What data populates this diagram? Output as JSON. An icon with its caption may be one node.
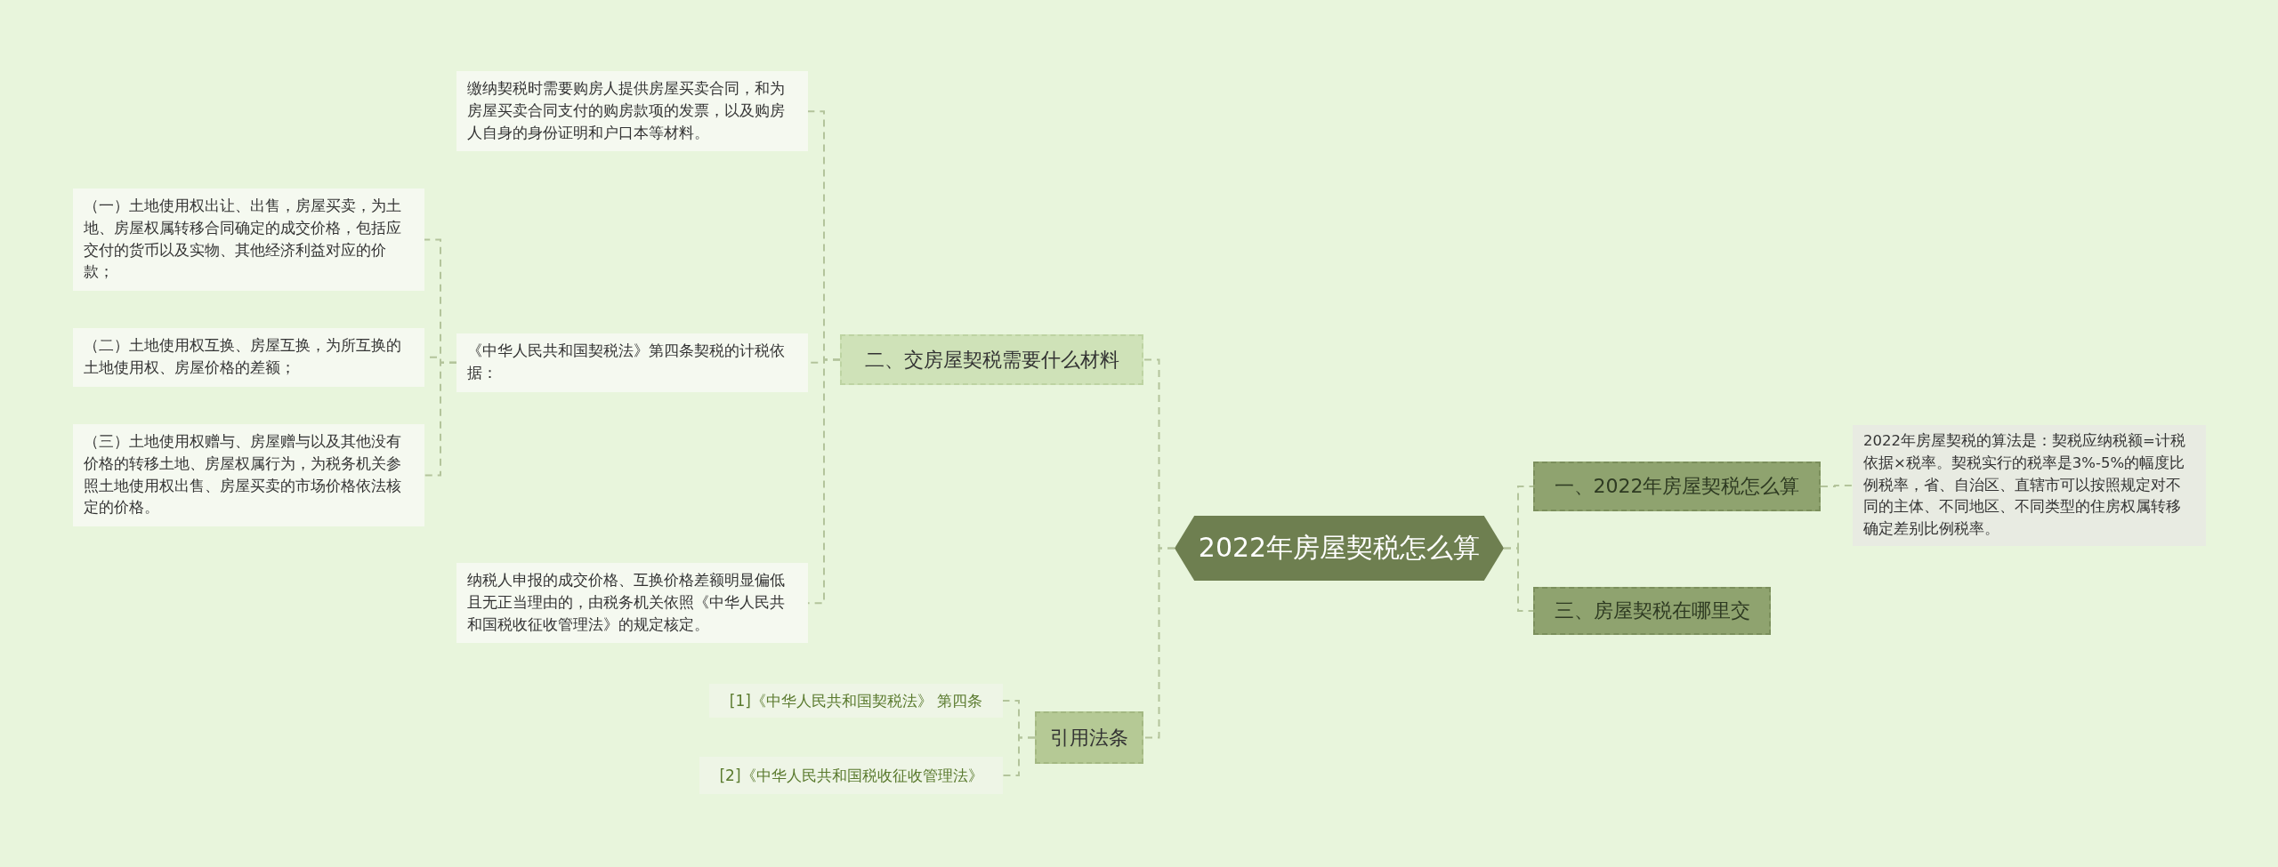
{
  "diagram": {
    "nodes": [
      {
        "text": [
          "2022年房屋契税怎么算"
        ]
      },
      {
        "text": [
          "一、2022年房屋契税怎么算"
        ]
      },
      {
        "text": [
          "2022年房屋契税的算法是：契税应纳税额=计税依据×税率。契税实行的税率是3%-5%的幅度比例税率，省、自治区、直辖市可以按照规定对不同的主体、不同地区、不同类型的住房权属转移确定差别比例税率。"
        ]
      },
      {
        "text": [
          "三、房屋契税在哪里交"
        ]
      },
      {
        "text": [
          "二、交房屋契税需要什么材料"
        ]
      },
      {
        "text": [
          "缴纳契税时需要购房人提供房屋买卖合同，和为房屋买卖合同支付的购房款项的发票，以及购房人自身的身份证明和户口本等材料。"
        ]
      },
      {
        "text": [
          "《中华人民共和国契税法》第四条契税的计税依据："
        ]
      },
      {
        "text": [
          "（一）土地使用权出让、出售，房屋买卖，为土地、房屋权属转移合同确定的成交价格，包括应交付的货币以及实物、其他经济利益对应的价款；"
        ]
      },
      {
        "text": [
          "（二）土地使用权互换、房屋互换，为所互换的土地使用权、房屋价格的差额；"
        ]
      },
      {
        "text": [
          "（三）土地使用权赠与、房屋赠与以及其他没有价格的转移土地、房屋权属行为，为税务机关参照土地使用权出售、房屋买卖的市场价格依法核定的价格。"
        ]
      },
      {
        "text": [
          "纳税人申报的成交价格、互换价格差额明显偏低且无正当理由的，由税务机关依照《中华人民共和国税收征收管理法》的规定核定。"
        ]
      },
      {
        "text": [
          "引用法条"
        ]
      },
      {
        "text": [
          "[1]《中华人民共和国契税法》 第四条"
        ]
      },
      {
        "text": [
          "[2]《中华人民共和国税收征收管理法》"
        ]
      }
    ],
    "edges": [
      {
        "from": 0,
        "to": 1,
        "arrow": "none",
        "style": "dashed"
      },
      {
        "from": 1,
        "to": 2,
        "arrow": "none",
        "style": "dashed"
      },
      {
        "from": 0,
        "to": 3,
        "arrow": "none",
        "style": "dashed"
      },
      {
        "from": 0,
        "to": 4,
        "arrow": "none",
        "style": "dashed"
      },
      {
        "from": 4,
        "to": 5,
        "arrow": "none",
        "style": "dashed"
      },
      {
        "from": 4,
        "to": 6,
        "arrow": "none",
        "style": "dashed"
      },
      {
        "from": 6,
        "to": 7,
        "arrow": "none",
        "style": "dashed"
      },
      {
        "from": 6,
        "to": 8,
        "arrow": "none",
        "style": "dashed"
      },
      {
        "from": 6,
        "to": 9,
        "arrow": "none",
        "style": "dashed"
      },
      {
        "from": 4,
        "to": 10,
        "arrow": "none",
        "style": "dashed"
      },
      {
        "from": 0,
        "to": 11,
        "arrow": "none",
        "style": "dashed"
      },
      {
        "from": 11,
        "to": 12,
        "arrow": "none",
        "style": "dashed"
      },
      {
        "from": 11,
        "to": 13,
        "arrow": "none",
        "style": "dashed"
      }
    ]
  }
}
